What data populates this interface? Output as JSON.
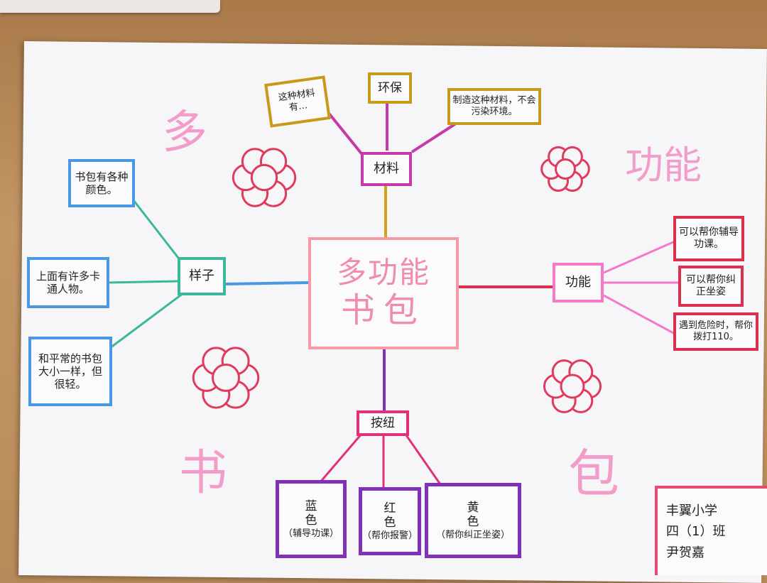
{
  "center": {
    "line1": "多功能",
    "line2": "书包"
  },
  "corner_words": {
    "top_left": "多",
    "top_right": "功能",
    "bottom_left": "书",
    "bottom_right": "包"
  },
  "top_branch": {
    "label": "材料",
    "leaves": [
      "这种材料有…",
      "环保",
      "制造这种材料，不会污染环境。"
    ]
  },
  "left_branch": {
    "label": "样子",
    "leaves": [
      "书包有各种颜色。",
      "上面有许多卡通人物。",
      "和平常的书包大小一样，但很轻。"
    ]
  },
  "right_branch": {
    "label": "功能",
    "leaves": [
      "可以帮你辅导功课。",
      "可以帮你纠正坐姿",
      "遇到危险时，帮你拨打110。"
    ]
  },
  "bottom_branch": {
    "label": "按纽",
    "leaves": [
      {
        "color": "蓝色",
        "desc": "（辅导功课）"
      },
      {
        "color": "红色",
        "desc": "（帮你报警）"
      },
      {
        "color": "黄色",
        "desc": "（帮你纠正坐姿）"
      }
    ]
  },
  "signature": {
    "school": "丰翼小学",
    "class": "四（1）班",
    "name": "尹贺嘉"
  },
  "colors": {
    "center_border": "#f79aa6",
    "center_text": "#f08cae",
    "left": "#4a98e4",
    "left_links": "#3db79a",
    "top_box": "#c89a1a",
    "top_links": "#c33aa8",
    "right": "#d8304d",
    "right_links": "#f27ac8",
    "bottom": "#7f32b7",
    "bottom_links": "#e0307a",
    "flower": "#e03a5e",
    "corner_text": "#f29cc9"
  }
}
